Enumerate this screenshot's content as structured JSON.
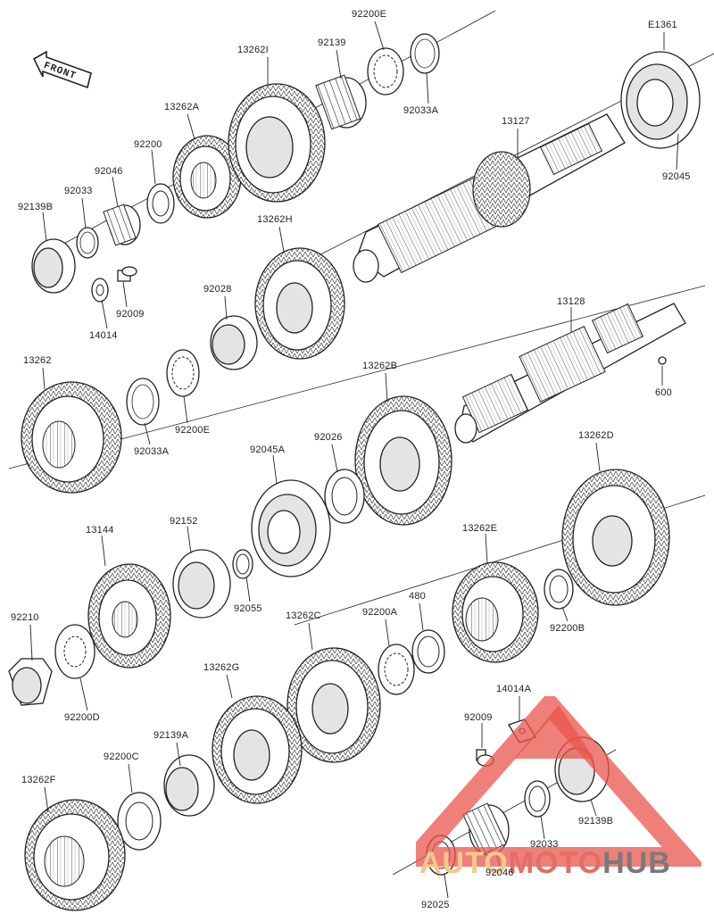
{
  "diagram": {
    "front_label": "FRONT",
    "callouts": [
      {
        "id": "92200E_top",
        "text": "92200E"
      },
      {
        "id": "92139_top",
        "text": "92139"
      },
      {
        "id": "13262I",
        "text": "13262I"
      },
      {
        "id": "13262A",
        "text": "13262A"
      },
      {
        "id": "92033A_top",
        "text": "92033A"
      },
      {
        "id": "E1361",
        "text": "E1361"
      },
      {
        "id": "92200",
        "text": "92200"
      },
      {
        "id": "92046_top",
        "text": "92046"
      },
      {
        "id": "92033_top",
        "text": "92033"
      },
      {
        "id": "92139B_top",
        "text": "92139B"
      },
      {
        "id": "13127",
        "text": "13127"
      },
      {
        "id": "92045",
        "text": "92045"
      },
      {
        "id": "13262H",
        "text": "13262H"
      },
      {
        "id": "92009_top",
        "text": "92009"
      },
      {
        "id": "14014",
        "text": "14014"
      },
      {
        "id": "92028",
        "text": "92028"
      },
      {
        "id": "13128",
        "text": "13128"
      },
      {
        "id": "600",
        "text": "600"
      },
      {
        "id": "13262",
        "text": "13262"
      },
      {
        "id": "92200E_mid",
        "text": "92200E"
      },
      {
        "id": "92033A_mid",
        "text": "92033A"
      },
      {
        "id": "13262B",
        "text": "13262B"
      },
      {
        "id": "92045A",
        "text": "92045A"
      },
      {
        "id": "92026",
        "text": "92026"
      },
      {
        "id": "13262D",
        "text": "13262D"
      },
      {
        "id": "13144",
        "text": "13144"
      },
      {
        "id": "92152",
        "text": "92152"
      },
      {
        "id": "92055",
        "text": "92055"
      },
      {
        "id": "13262E",
        "text": "13262E"
      },
      {
        "id": "92210",
        "text": "92210"
      },
      {
        "id": "13262C",
        "text": "13262C"
      },
      {
        "id": "92200A",
        "text": "92200A"
      },
      {
        "id": "480",
        "text": "480"
      },
      {
        "id": "92200B",
        "text": "92200B"
      },
      {
        "id": "92200D",
        "text": "92200D"
      },
      {
        "id": "14014A",
        "text": "14014A"
      },
      {
        "id": "92009_bot",
        "text": "92009"
      },
      {
        "id": "13262G",
        "text": "13262G"
      },
      {
        "id": "92139A",
        "text": "92139A"
      },
      {
        "id": "92200C",
        "text": "92200C"
      },
      {
        "id": "13262F",
        "text": "13262F"
      },
      {
        "id": "92139B_bot",
        "text": "92139B"
      },
      {
        "id": "92033_bot",
        "text": "92033"
      },
      {
        "id": "92046_bot",
        "text": "92046"
      },
      {
        "id": "92025",
        "text": "92025"
      }
    ]
  },
  "watermark": {
    "part1": "AUTO",
    "part2": "MOTO",
    "part3": "HUB",
    "colors": {
      "auto": "#f2c98c",
      "moto": "#e66d63",
      "hub": "#7a7a7a",
      "triangle": "#e8564c"
    }
  }
}
